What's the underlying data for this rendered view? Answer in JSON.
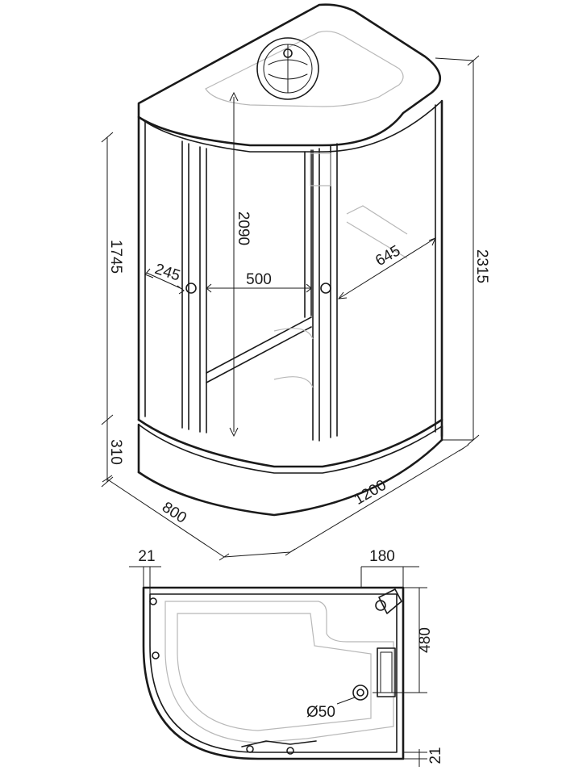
{
  "dimensions": {
    "total_height": "2315",
    "cabin_height": "1745",
    "tray_height": "310",
    "inner_height": "2090",
    "left_panel_width": "245",
    "door_width": "500",
    "right_panel_width": "645",
    "depth": "800",
    "width": "1200"
  },
  "plan": {
    "wall_offset_left": "21",
    "corner_offset": "180",
    "drain_offset": "480",
    "wall_offset_bottom": "21",
    "drain_diameter": "Ø50"
  },
  "colors": {
    "line": "#1a1a1a",
    "faint": "#b8b8b8",
    "background": "#ffffff"
  }
}
